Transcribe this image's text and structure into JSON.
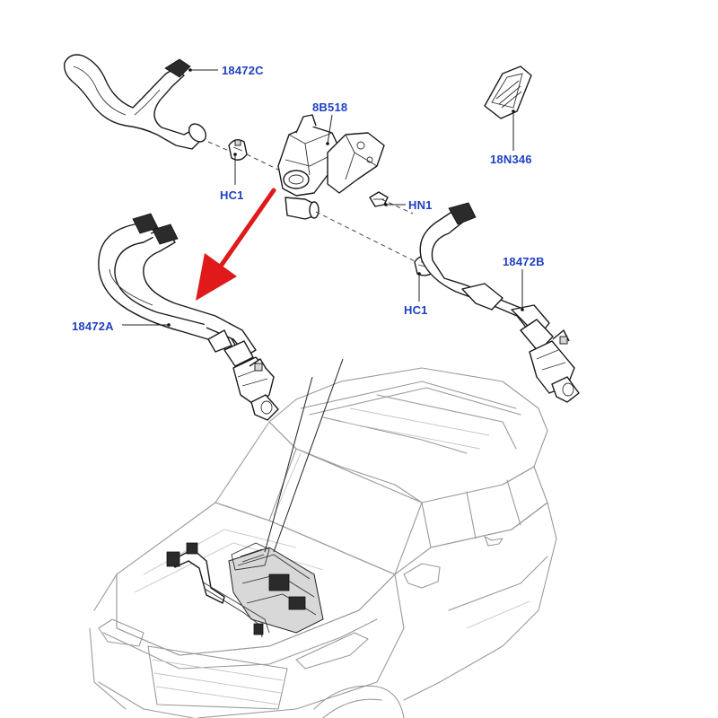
{
  "callouts": {
    "hose_top": "18472C",
    "pump": "8B518",
    "grille": "18N346",
    "clamp_left": "HC1",
    "clip": "HN1",
    "hose_left": "18472A",
    "hose_right": "18472B",
    "clamp_right": "HC1"
  },
  "colors": {
    "callout_text": "#1f3fc4",
    "arrow": "#e01a1a",
    "line_art": "#1a1a1a",
    "vehicle_outline": "#9a9a9a"
  }
}
